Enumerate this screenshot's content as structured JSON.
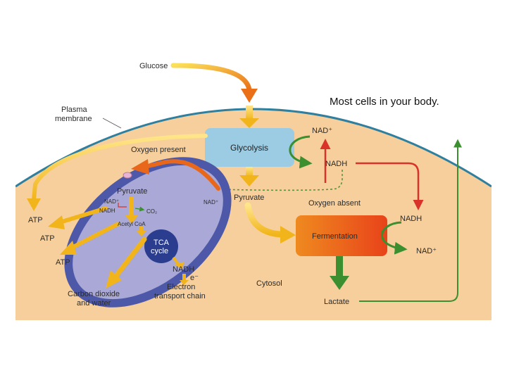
{
  "caption": "Most cells in your body.",
  "labels": {
    "glucose": "Glucose",
    "plasma_membrane_line1": "Plasma",
    "plasma_membrane_line2": "membrane",
    "oxygen_present": "Oxygen present",
    "glycolysis": "Glycolysis",
    "nad_plus_top": "NAD⁺",
    "nadh_top": "NADH",
    "pyruvate_mito": "Pyruvate",
    "nad_plus_mito": "NAD⁺",
    "nadh_mito": "NADH",
    "co2": "CO₂",
    "acetyl_coa": "Acetyl CoA",
    "tca_line1": "TCA",
    "tca_line2": "cycle",
    "nadh_tca": "NADH",
    "electron": "e⁻",
    "etc_line1": "Electron",
    "etc_line2": "transport chain",
    "nad_plus_mid": "NAD⁺",
    "pyruvate_cytosol": "Pyruvate",
    "oxygen_absent": "Oxygen absent",
    "nadh_right": "NADH",
    "fermentation": "Fermentation",
    "nad_plus_right": "NAD⁺",
    "cytosol": "Cytosol",
    "lactate": "Lactate",
    "atp_1": "ATP",
    "atp_2": "ATP",
    "atp_3": "ATP",
    "carbon_dioxide_line1": "Carbon dioxide",
    "carbon_dioxide_line2": "and water"
  },
  "colors": {
    "cytosol": "#f7cf9c",
    "membrane": "#2f7f9e",
    "mito_outer": "#4d59a8",
    "mito_inner": "#a9a8d6",
    "glycolysis_box": "#9ccbe4",
    "fermentation_start": "#f08a1e",
    "fermentation_end": "#e84a12",
    "arrow_yellow": "#f4c62b",
    "arrow_orange": "#e8671a",
    "arrow_green": "#3b8f2f",
    "arrow_red": "#d8322b"
  }
}
